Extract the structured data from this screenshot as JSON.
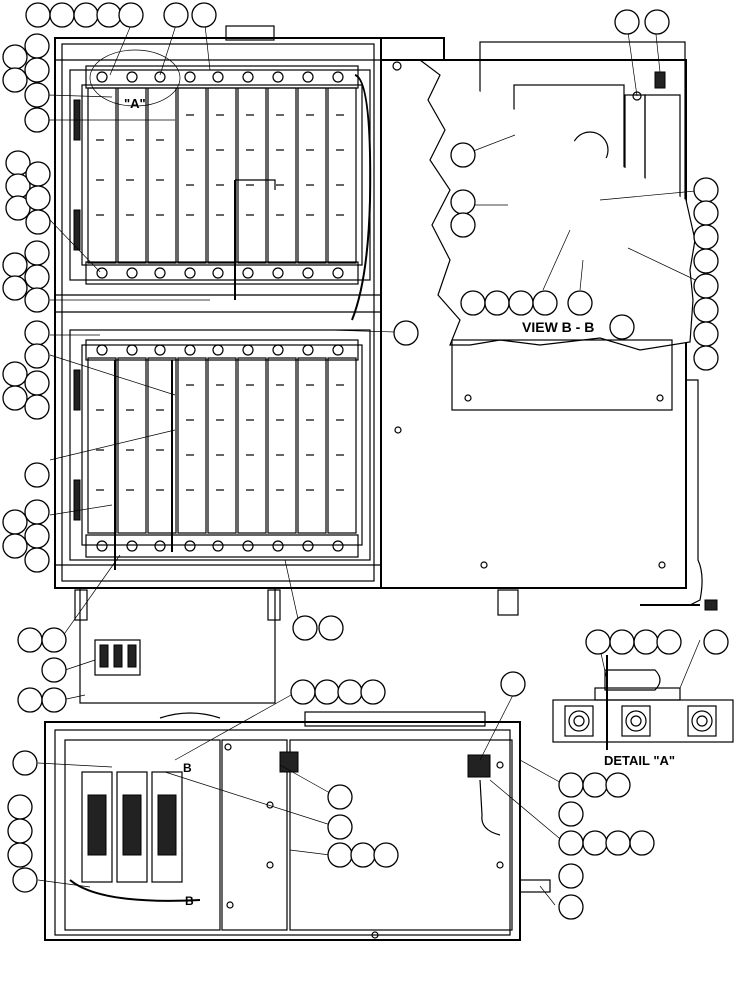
{
  "labels": {
    "view_bb": "VIEW B - B",
    "detail_a": "DETAIL \"A\"",
    "detail_a_mark": "\"A\"",
    "section_b_upper": "B",
    "section_b_lower": "B"
  }
}
